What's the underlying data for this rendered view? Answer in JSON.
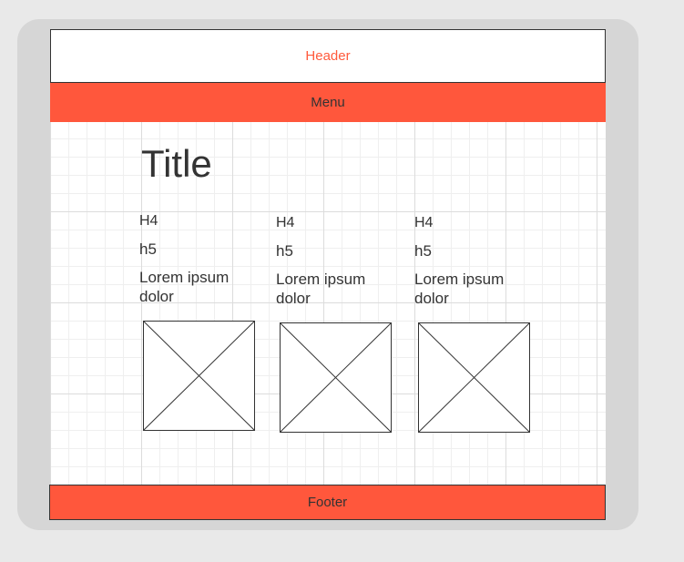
{
  "header": {
    "label": "Header"
  },
  "menu": {
    "label": "Menu"
  },
  "page": {
    "title": "Title"
  },
  "columns": [
    {
      "h4": "H4",
      "h5": "h5",
      "text": "Lorem ipsum dolor"
    },
    {
      "h4": "H4",
      "h5": "h5",
      "text": "Lorem ipsum dolor"
    },
    {
      "h4": "H4",
      "h5": "h5",
      "text": "Lorem ipsum dolor"
    }
  ],
  "footer": {
    "label": "Footer"
  },
  "colors": {
    "accent": "#ff573c",
    "header_text": "#ff5a3c",
    "text": "#333333",
    "frame": "#d6d6d6",
    "background": "#e9e9e9"
  }
}
